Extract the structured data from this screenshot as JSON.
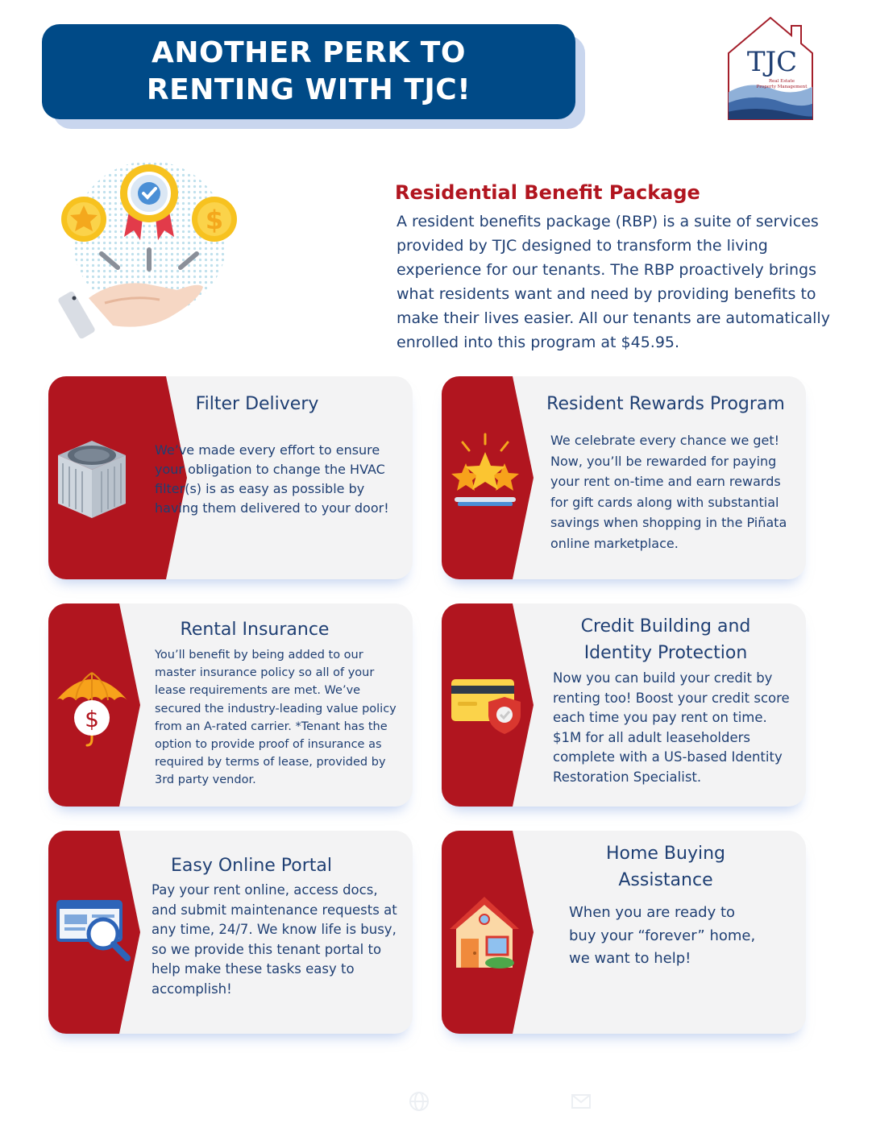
{
  "header": {
    "title": "ANOTHER PERK TO\nRENTING WITH TJC!",
    "logo_text": "TJC",
    "logo_subtitle_1": "Real Estate",
    "logo_subtitle_2": "Property Management"
  },
  "intro": {
    "title": "Residential Benefit Package",
    "body": "A resident benefits package (RBP) is a suite of services provided by TJC designed to transform the living experience for our tenants. The RBP proactively brings what residents want and need by providing benefits to make their lives easier. All our tenants are automatically enrolled into this program at $45.95.",
    "illustration_icon": "hand-with-award-icon"
  },
  "benefits": [
    {
      "title": "Filter Delivery",
      "body": "We’ve made every effort to ensure your obligation to change the HVAC filter(s) is as easy as possible by having them delivered to your door!",
      "icon": "hvac-unit-icon"
    },
    {
      "title": "Resident Rewards Program",
      "body": "We celebrate every chance we get! Now, you’ll be rewarded for paying your rent on-time and earn rewards for gift cards along with substantial savings when shopping in the Piñata online marketplace.",
      "icon": "stars-reward-icon"
    },
    {
      "title": "Rental Insurance",
      "body": "You’ll benefit by being added to our master insurance policy so all of your lease requirements are met. We’ve secured the industry-leading value policy from an A-rated carrier. *Tenant has the option to provide proof of insurance as required by terms of lease, provided by 3rd party vendor.",
      "icon": "umbrella-dollar-icon"
    },
    {
      "title": "Credit Building and Identity Protection",
      "body": "Now you can build your credit by renting too! Boost your credit score each time you pay rent on time. $1M for all adult leaseholders complete with a US-based Identity Restoration Specialist.",
      "icon": "credit-card-shield-icon"
    },
    {
      "title": "Easy Online Portal",
      "body": "Pay your rent online, access docs, and submit maintenance requests at any time, 24/7. We know life is busy, so we provide this tenant portal to help make these tasks easy to accomplish!",
      "icon": "browser-magnifier-icon"
    },
    {
      "title": "Home Buying Assistance",
      "body": "When you are ready to buy your “forever” home, we want to help!",
      "icon": "house-icon"
    }
  ],
  "footer": {
    "icons": [
      "globe-icon",
      "envelope-icon"
    ]
  },
  "colors": {
    "navy": "#004a87",
    "red": "#b1151f",
    "text": "#1f3f73",
    "card": "#f3f3f4"
  }
}
